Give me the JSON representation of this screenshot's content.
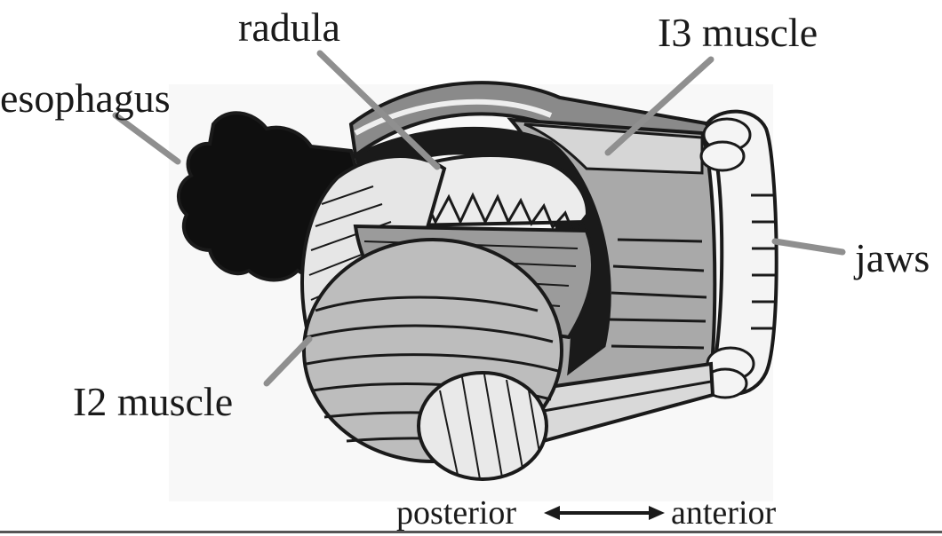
{
  "labels": {
    "radula": "radula",
    "i3_muscle": "I3 muscle",
    "esophagus": "esophagus",
    "jaws": "jaws",
    "i2_muscle": "I2 muscle",
    "posterior": "posterior",
    "anterior": "anterior"
  },
  "colors": {
    "outline": "#1a1a1a",
    "dark_tissue": "#0f0f0f",
    "mid_gray": "#a9a9a9",
    "light_gray": "#d6d6d6",
    "pale": "#ececec",
    "leader": "#8f8f8f"
  }
}
